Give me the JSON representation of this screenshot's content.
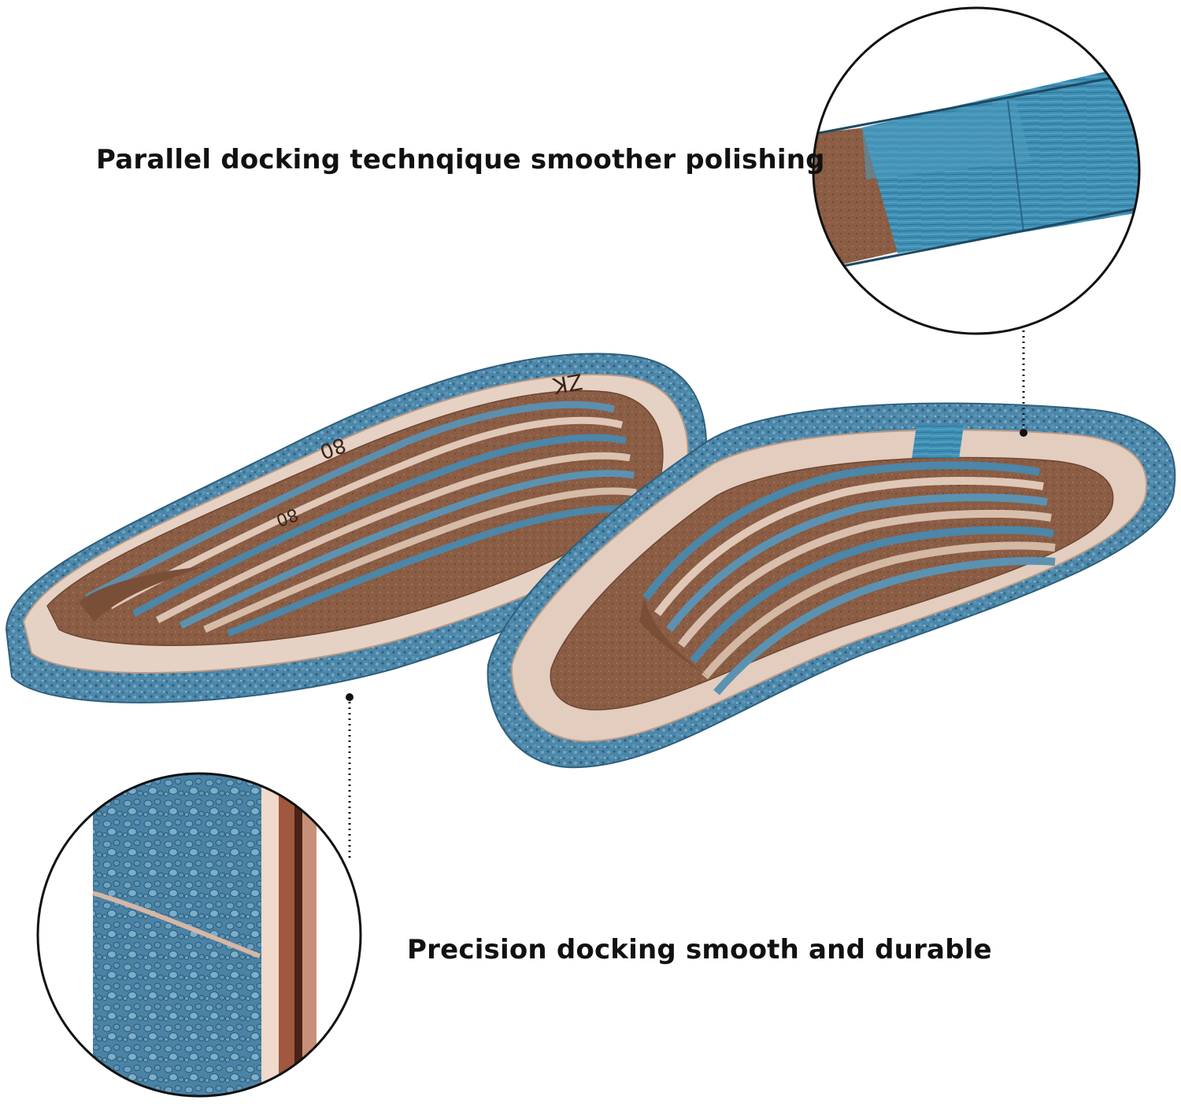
{
  "captions": {
    "top": "Parallel docking technqique smoother polishing",
    "bottom": "Precision docking smooth and durable"
  },
  "belt_markings": {
    "grit": "80",
    "code": "ZK"
  },
  "colors": {
    "background": "#ffffff",
    "belt_face_blue": "#4c86a8",
    "belt_face_dark": "#2f5f7c",
    "belt_backing_brown": "#8c5e43",
    "belt_edge_cream": "#e3cfc0",
    "outline": "#111111"
  },
  "icons": [
    "zoom-detail-circle-top",
    "zoom-detail-circle-bottom",
    "dotted-leader-line"
  ]
}
